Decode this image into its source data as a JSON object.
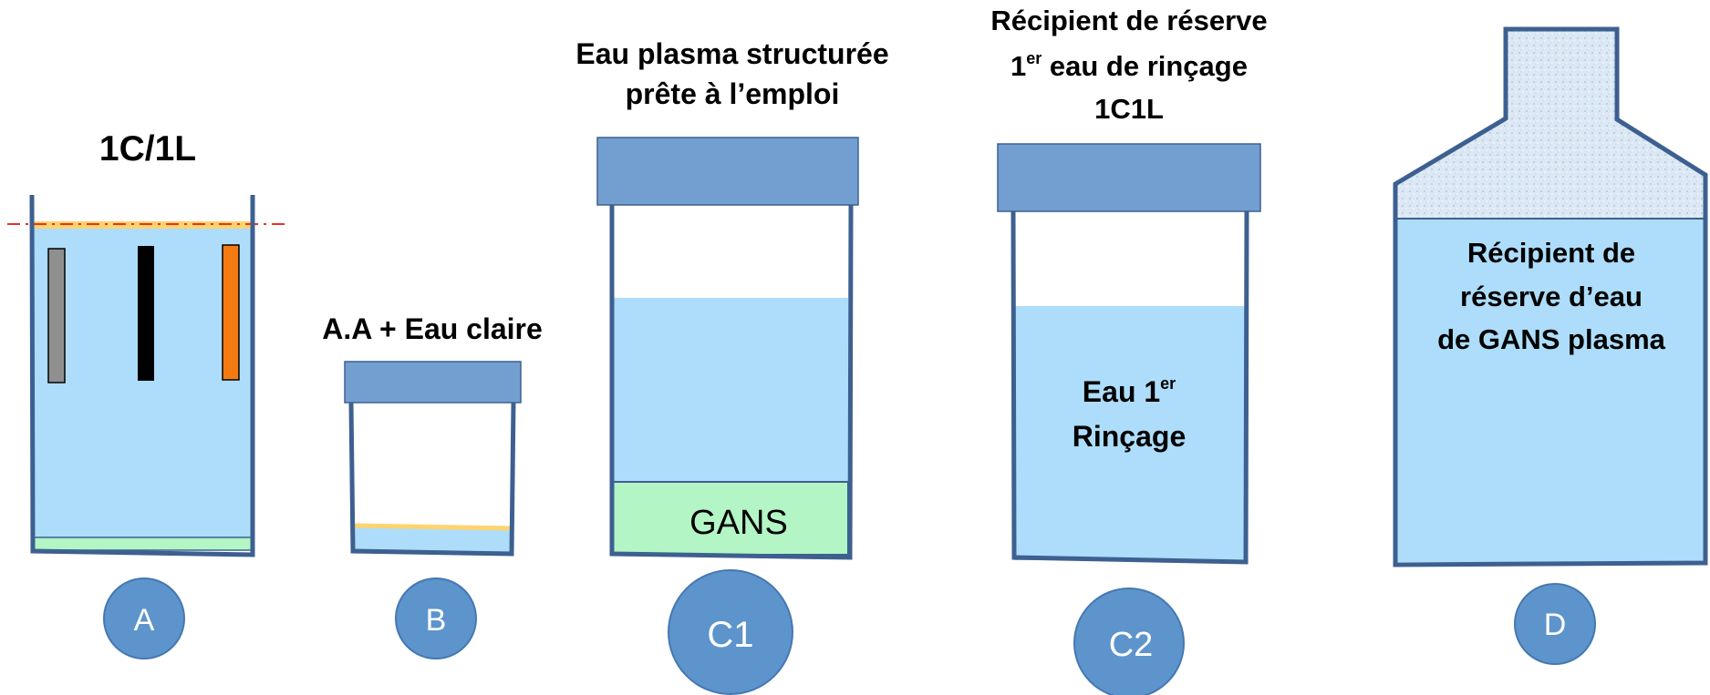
{
  "colors": {
    "water": "#ADDDFA",
    "lid": "#739FD0",
    "outline": "#3D6090",
    "gans": "#B3F5C4",
    "oil": "#FFD36E",
    "circle": "#5D94CC",
    "electrode_grey": "#8F8F8F",
    "electrode_black": "#000000",
    "electrode_orange": "#F47A12",
    "waterline": "#E8312A"
  },
  "containers": {
    "a": {
      "title": "1C/1L",
      "marker": "A",
      "electrodes": [
        "grey",
        "black",
        "orange"
      ]
    },
    "b": {
      "title": "A.A +  Eau claire",
      "marker": "B"
    },
    "c1": {
      "title_line1": "Eau plasma structurée",
      "title_line2": "prête à l’emploi",
      "gans_label": "GANS",
      "marker": "C1"
    },
    "c2": {
      "title_line1": "Récipient de réserve",
      "title_line2_main": "1",
      "title_line2_sup": "er",
      "title_line2_rest": " eau de rinçage",
      "title_line3": "1C1L",
      "inner_line1_main": "Eau 1",
      "inner_line1_sup": "er",
      "inner_line2": "Rinçage",
      "marker": "C2"
    },
    "d": {
      "inner_line1": "Récipient de",
      "inner_line2": "réserve d’eau",
      "inner_line3": "de GANS plasma",
      "marker": "D"
    }
  }
}
